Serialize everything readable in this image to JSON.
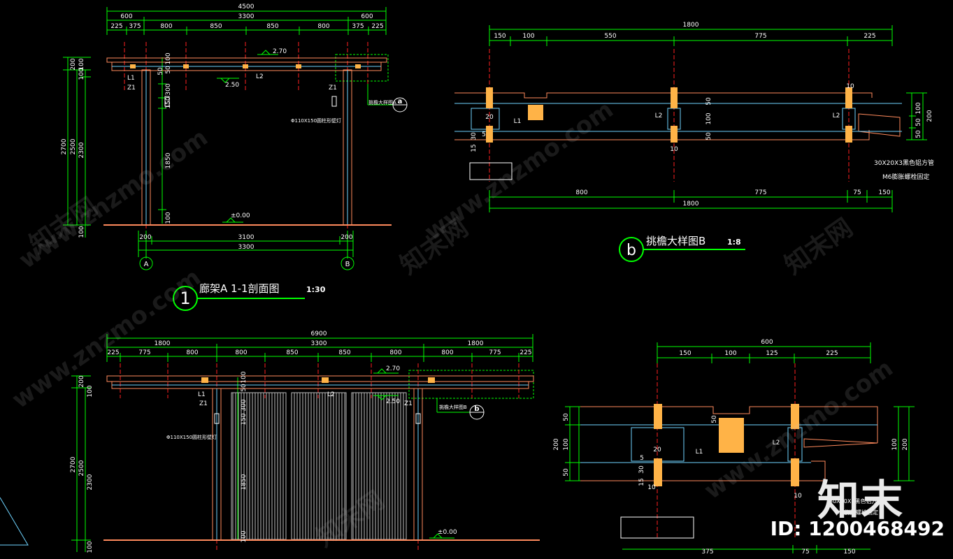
{
  "titles": {
    "view1": {
      "number": "1",
      "name": "廊架A 1-1剖面图",
      "scale": "1:30"
    },
    "viewB": {
      "letter": "b",
      "name": "挑檐大样图B",
      "scale": "1:8"
    }
  },
  "view1": {
    "dims_top": [
      "4500",
      "600",
      "3300",
      "600",
      "225",
      "375",
      "800",
      "850",
      "850",
      "800",
      "375",
      "225"
    ],
    "dims_left": [
      "2700",
      "2500",
      "2300",
      "200",
      "100",
      "100",
      "100"
    ],
    "dims_inner": [
      "100",
      "50",
      "300",
      "150",
      "1850",
      "100",
      "50"
    ],
    "dims_bottom": [
      "200",
      "3100",
      "200",
      "3300"
    ],
    "labels": [
      "L1",
      "Z1",
      "L2",
      "Z1",
      "2.70",
      "2.50",
      "±0.00"
    ],
    "grid": [
      "A",
      "B"
    ],
    "callout": "a",
    "notes": [
      "挑檐大样图A",
      "Φ110X150圆柱形壁灯"
    ]
  },
  "viewB": {
    "dims_top": [
      "1800",
      "150",
      "100",
      "550",
      "775",
      "225"
    ],
    "dims_bottom": [
      "800",
      "775",
      "75",
      "150",
      "1800"
    ],
    "dims_right": [
      "100",
      "50",
      "50",
      "200"
    ],
    "dims_inner": [
      "50",
      "100",
      "50",
      "20",
      "15",
      "30",
      "5",
      "10",
      "10"
    ],
    "labels": [
      "L1",
      "L2",
      "L2"
    ],
    "notes": [
      "30X20X3黑色铝方管",
      "M6膨胀螺栓固定"
    ]
  },
  "view2": {
    "dims_top": [
      "6900",
      "1800",
      "3300",
      "1800",
      "225",
      "775",
      "800",
      "800",
      "850",
      "850",
      "800",
      "800",
      "775",
      "225"
    ],
    "dims_left": [
      "2700",
      "2500",
      "2300",
      "200",
      "100",
      "100"
    ],
    "dims_inner": [
      "100",
      "50",
      "300",
      "150",
      "1850",
      "100"
    ],
    "labels": [
      "L1",
      "Z1",
      "L2",
      "Z1",
      "2.70",
      "2.50",
      "±0.00"
    ],
    "callout": "b",
    "notes": [
      "挑檐大样图B",
      "Φ110X150圆柱形壁灯"
    ]
  },
  "viewA": {
    "dims_top": [
      "600",
      "150",
      "100",
      "125",
      "225"
    ],
    "dims_bottom": [
      "375",
      "75",
      "150"
    ],
    "dims_left": [
      "50",
      "100",
      "50",
      "200"
    ],
    "dims_right": [
      "200",
      "100"
    ],
    "dims_inner": [
      "20",
      "50",
      "15",
      "30",
      "5",
      "10",
      "10"
    ],
    "labels": [
      "L1",
      "L2"
    ],
    "notes": [
      "30X20X3黑色铝方管",
      "M6膨胀螺栓固定"
    ]
  },
  "watermark": {
    "site": "www.znzmo.com",
    "name": "知末网"
  },
  "brand": {
    "logo": "知末",
    "id_text": "ID: 1200468492"
  },
  "colors": {
    "background": "#000000",
    "dimension": "#00ff00",
    "outline": "#ff8a5c",
    "centerline": "#ff2020",
    "member": "#6fd4ff",
    "text": "#ffffff",
    "callout": "#00ff00",
    "hardware": "#ffb347"
  }
}
